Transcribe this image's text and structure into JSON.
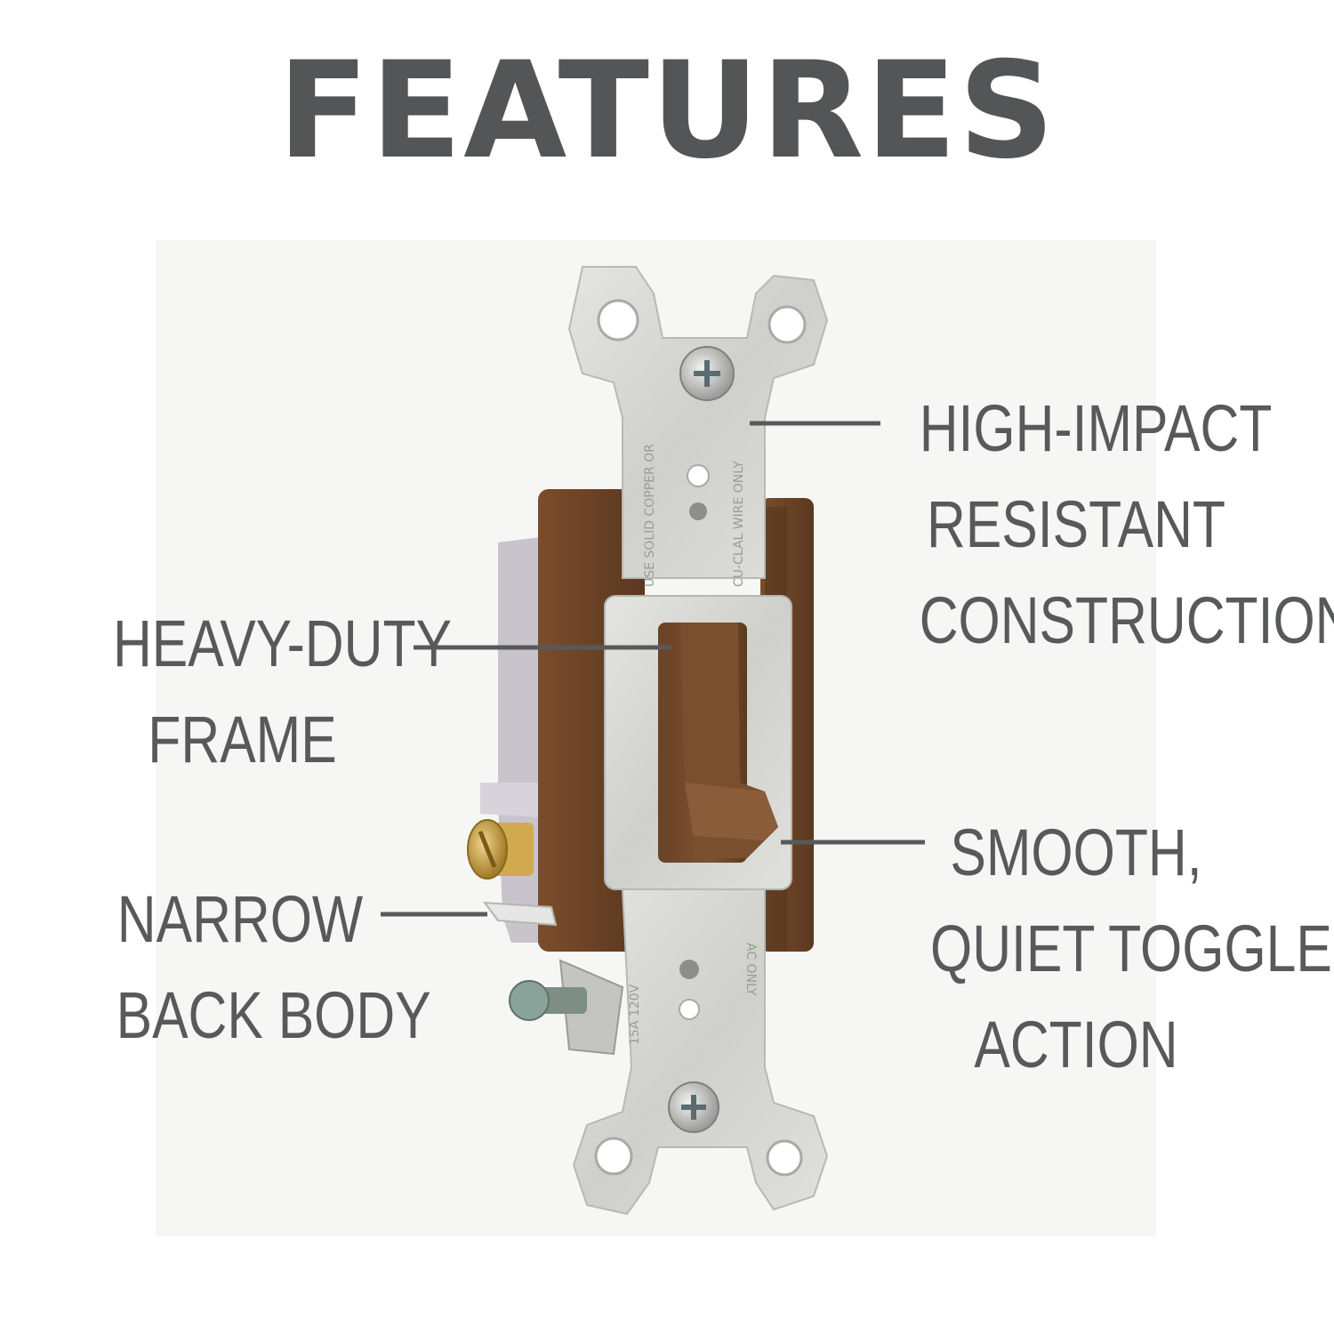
{
  "page": {
    "title": "FEATURES"
  },
  "callouts": {
    "high_impact": [
      "HIGH-IMPACT",
      "RESISTANT",
      "CONSTRUCTION"
    ],
    "heavy_duty": [
      "HEAVY-DUTY",
      "FRAME"
    ],
    "narrow_back": [
      "NARROW",
      "BACK BODY"
    ],
    "smooth_toggle": [
      "SMOOTH,",
      "QUIET TOGGLE",
      "ACTION"
    ]
  },
  "product": {
    "strap_marks_left": "USE SOLID COPPER OR",
    "strap_marks_right": "CU-CLAL WIRE ONLY",
    "rating": "15A 120V",
    "lower_marks": "AC ONLY"
  },
  "colors": {
    "text": "#58595b",
    "title": "#545556",
    "body_brown": "#6b4326",
    "strap_silver": "#dcdcd8",
    "brass": "#c9a24a"
  }
}
